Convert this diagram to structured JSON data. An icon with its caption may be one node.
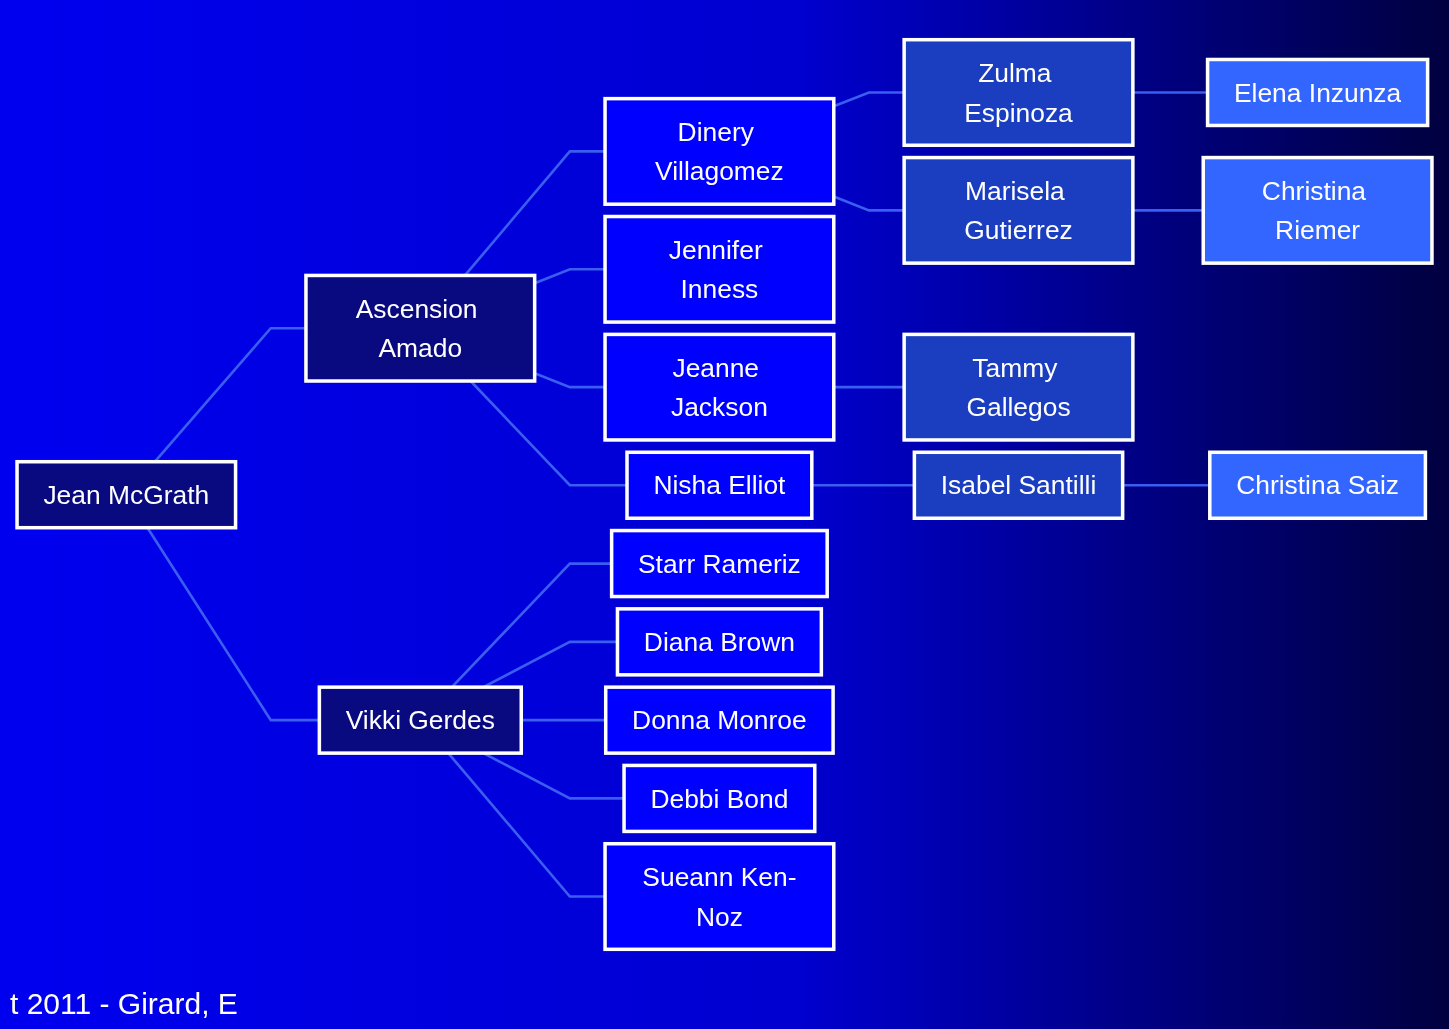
{
  "diagram": {
    "nodes": [
      {
        "text": [
          "Jean McGrath"
        ]
      },
      {
        "text": [
          "Ascension Amado"
        ]
      },
      {
        "text": [
          "Vikki Gerdes"
        ]
      },
      {
        "text": [
          "Dinery Villagomez"
        ]
      },
      {
        "text": [
          "Jennifer Inness"
        ]
      },
      {
        "text": [
          "Jeanne Jackson"
        ]
      },
      {
        "text": [
          "Nisha Elliot"
        ]
      },
      {
        "text": [
          "Starr Rameriz"
        ]
      },
      {
        "text": [
          "Diana Brown"
        ]
      },
      {
        "text": [
          "Donna Monroe"
        ]
      },
      {
        "text": [
          "Debbi Bond"
        ]
      },
      {
        "text": [
          "Sueann Ken-Noz"
        ]
      },
      {
        "text": [
          "Zulma Espinoza"
        ]
      },
      {
        "text": [
          "Marisela Gutierrez"
        ]
      },
      {
        "text": [
          "Tammy Gallegos"
        ]
      },
      {
        "text": [
          "Isabel Santilli"
        ]
      },
      {
        "text": [
          "Elena Inzunza"
        ]
      },
      {
        "text": [
          "Christina Riemer"
        ]
      },
      {
        "text": [
          "Christina Saiz"
        ]
      }
    ],
    "edges": [
      {
        "from": 0,
        "to": 1,
        "arrow": "none"
      },
      {
        "from": 0,
        "to": 2,
        "arrow": "none"
      },
      {
        "from": 1,
        "to": 3,
        "arrow": "none"
      },
      {
        "from": 1,
        "to": 4,
        "arrow": "none"
      },
      {
        "from": 1,
        "to": 5,
        "arrow": "none"
      },
      {
        "from": 1,
        "to": 6,
        "arrow": "none"
      },
      {
        "from": 2,
        "to": 7,
        "arrow": "none"
      },
      {
        "from": 2,
        "to": 8,
        "arrow": "none"
      },
      {
        "from": 2,
        "to": 9,
        "arrow": "none"
      },
      {
        "from": 2,
        "to": 10,
        "arrow": "none"
      },
      {
        "from": 2,
        "to": 11,
        "arrow": "none"
      },
      {
        "from": 3,
        "to": 12,
        "arrow": "none"
      },
      {
        "from": 3,
        "to": 13,
        "arrow": "none"
      },
      {
        "from": 5,
        "to": 14,
        "arrow": "none"
      },
      {
        "from": 6,
        "to": 15,
        "arrow": "none"
      },
      {
        "from": 12,
        "to": 16,
        "arrow": "none"
      },
      {
        "from": 13,
        "to": 17,
        "arrow": "none"
      },
      {
        "from": 15,
        "to": 18,
        "arrow": "none"
      }
    ],
    "labels": [
      "t 2011 - Girard, E"
    ]
  }
}
